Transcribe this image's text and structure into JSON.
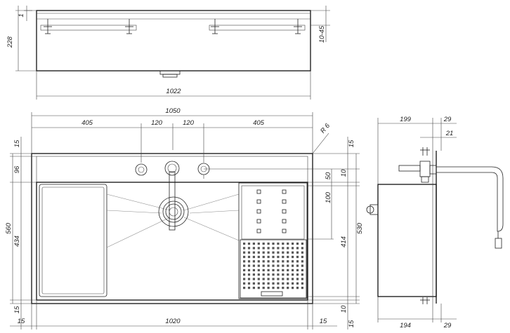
{
  "dimensions": {
    "top_view": {
      "height_total": "228",
      "height_small": "1",
      "height_range": "10-45",
      "width": "1022"
    },
    "plan_view": {
      "overall_width": "1050",
      "seg_left": "405",
      "seg_mid_left": "120",
      "seg_mid_right": "120",
      "seg_right": "405",
      "radius": "R 6",
      "left_15_top": "15",
      "left_96": "96",
      "left_560": "560",
      "left_434": "434",
      "left_15_bottom": "15",
      "right_15_top": "15",
      "right_50": "50",
      "right_10_top": "10",
      "right_100": "100",
      "right_530": "530",
      "right_414": "414",
      "right_10_bottom": "10",
      "right_15_bottom": "15",
      "bottom_15_left": "15",
      "bottom_1020": "1020",
      "bottom_15_right": "15"
    },
    "side_view": {
      "top_199": "199",
      "top_29": "29",
      "top_21": "21",
      "bottom_194": "194",
      "bottom_29": "29"
    }
  }
}
